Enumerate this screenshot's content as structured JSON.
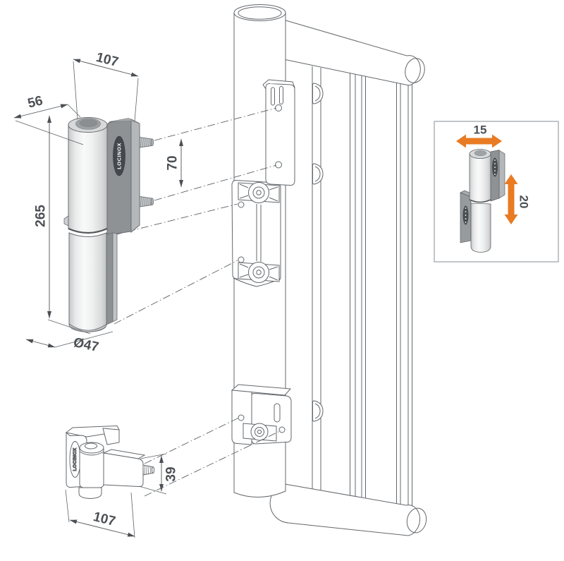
{
  "brand": {
    "label": "LOCINOX"
  },
  "dims": {
    "top_width": "107",
    "depth": "56",
    "height": "265",
    "bolt_spacing": "70",
    "diameter": "Ø47",
    "arm_height": "39",
    "bottom_width": "107"
  },
  "inset": {
    "horizontal": "15",
    "vertical": "20"
  },
  "colors": {
    "accent_orange": "#e87b23",
    "drawing_line_gray": "#63676b",
    "dimension_gray": "#4c5054",
    "hinge_body_gray": "#ebecec",
    "hinge_plate_gray": "#8e9295",
    "badge_dark_gray": "#44484c"
  }
}
